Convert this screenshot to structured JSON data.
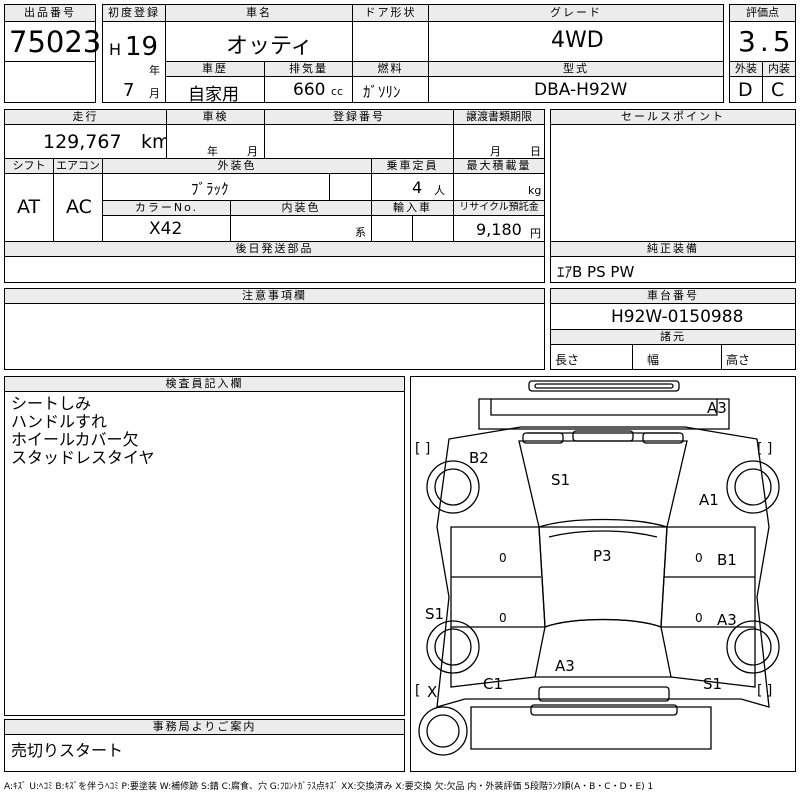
{
  "header": {
    "lot_label": "出品番号",
    "lot_number": "75023",
    "first_reg_label": "初度登録",
    "era": "H",
    "year": "19",
    "year_unit": "年",
    "month": "7",
    "month_unit": "月",
    "name_label": "車名",
    "name": "オッティ",
    "door_label": "ドア形状",
    "door": "",
    "grade_label": "グレード",
    "grade": "4WD",
    "score_label": "評価点",
    "score": "3.5",
    "history_label": "車歴",
    "history": "自家用",
    "displacement_label": "排気量",
    "displacement": "660",
    "displacement_unit": "cc",
    "fuel_label": "燃料",
    "fuel": "ｶﾞｿﾘﾝ",
    "model_label": "型式",
    "model": "DBA-H92W",
    "exterior_label": "外装",
    "exterior_grade": "D",
    "interior_label": "内装",
    "interior_grade": "C"
  },
  "specs": {
    "mileage_label": "走行",
    "mileage": "129,767",
    "mileage_unit": "km",
    "inspection_label": "車検",
    "inspection_year_unit": "年",
    "inspection_month_unit": "月",
    "reg_no_label": "登録番号",
    "transfer_label": "譲渡書類期限",
    "transfer_month_unit": "月",
    "transfer_day_unit": "日",
    "shift_label": "シフト",
    "shift": "AT",
    "ac_label": "エアコン",
    "ac": "AC",
    "ext_color_label": "外装色",
    "ext_color": "ﾌﾞﾗｯｸ",
    "capacity_label": "乗車定員",
    "capacity": "4",
    "capacity_unit": "人",
    "max_load_label": "最大積載量",
    "max_load_unit": "kg",
    "color_no_label": "カラーNo.",
    "color_no": "X42",
    "int_color_label": "内装色",
    "int_color_unit": "系",
    "import_label": "輸入車",
    "recycle_label": "リサイクル預託金",
    "recycle": "9,180",
    "recycle_unit": "円"
  },
  "sales_point_label": "セールスポイント",
  "later_parts_label": "後日発送部品",
  "equipment_label": "純正装備",
  "equipment": "ｴｱB PS PW",
  "caution_label": "注意事項欄",
  "chassis_label": "車台番号",
  "chassis": "H92W-0150988",
  "dimensions_label": "諸元",
  "length_label": "長さ",
  "width_label": "幅",
  "height_label": "高さ",
  "inspector_label": "検査員記入欄",
  "inspector_notes": [
    "シートしみ",
    "ハンドルすれ",
    "ホイールカバー欠",
    "スタッドレスタイヤ"
  ],
  "office_label": "事務局よりご案内",
  "office_note": "売切りスタート",
  "legend": "A:ｷｽﾞ U:ﾍｺﾐ B:ｷｽﾞを伴うﾍｺﾐ P:要塗装 W:補修跡 S:錆 C:腐食、穴 G:ﾌﾛﾝﾄｶﾞﾗｽ点ｷｽﾞ XX:交換済み X:要交換 欠:欠品 内・外装評価 5段階ﾗﾝｸ順(A・B・C・D・E) 1",
  "diagram": {
    "marks": [
      "A3",
      "B2",
      "S1",
      "A1",
      "P3",
      "B1",
      "S1",
      "A3",
      "A3",
      "C1",
      "S1",
      "X"
    ],
    "bracket_left_top": "[     ]",
    "bracket_right_top": "[     ]",
    "bracket_left_bottom": "[",
    "bracket_right_bottom": "[     ]",
    "zeros": [
      "0",
      "0",
      "0",
      "0"
    ]
  }
}
